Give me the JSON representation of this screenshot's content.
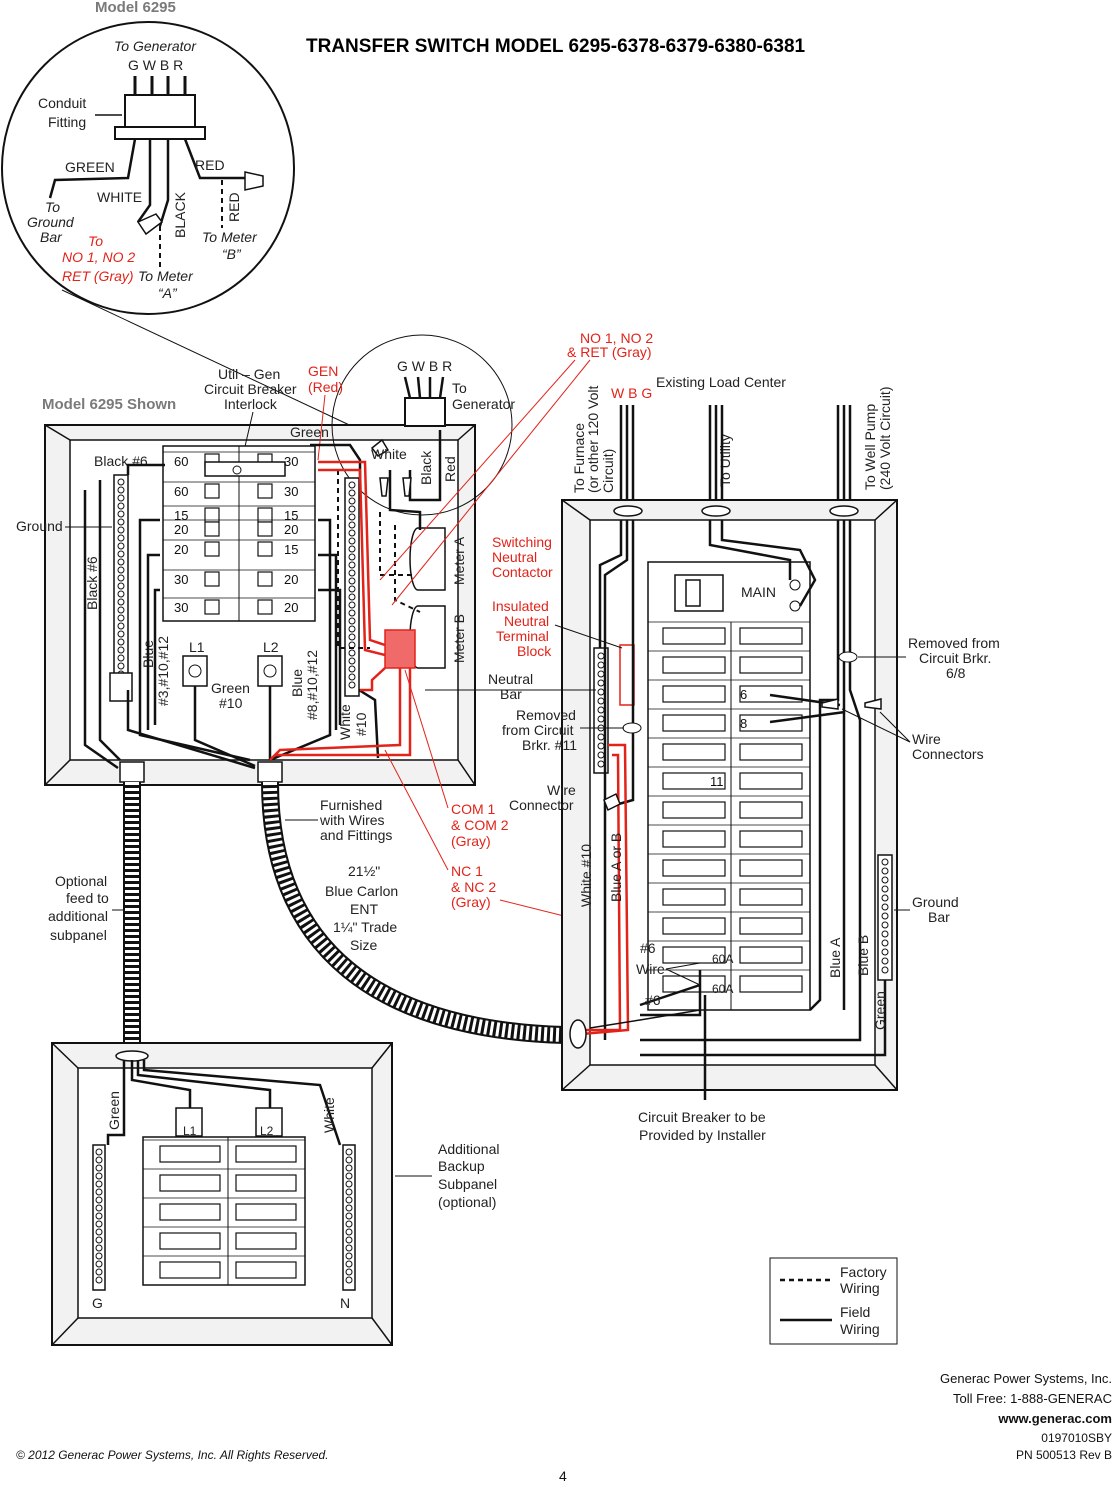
{
  "title": "TRANSFER SWITCH MODEL 6295-6378-6379-6380-6381",
  "inset": {
    "model_label": "Model 6295",
    "to_generator": "To Generator",
    "gwbr": "G W B R",
    "conduit": "Conduit",
    "fitting": "Fitting",
    "green": "GREEN",
    "white": "WHITE",
    "black": "BLACK",
    "red": "RED",
    "red_vert": "RED",
    "to_ground_bar_1": "To",
    "to_ground_bar_2": "Ground",
    "to_ground_bar_3": "Bar",
    "to_red": "To",
    "no1no2": "NO 1, NO 2",
    "ret_gray": "RET (Gray)",
    "to_meter_a_1": "To Meter",
    "to_meter_a_2": "“A”",
    "to_meter_b_1": "To Meter",
    "to_meter_b_2": "“B”"
  },
  "switch_panel": {
    "model_shown": "Model 6295 Shown",
    "util_gen_1": "Util – Gen",
    "util_gen_2": "Circuit Breaker",
    "util_gen_3": "Interlock",
    "gen_1": "GEN",
    "gen_2": "(Red)",
    "gwbr": "G W B R",
    "to_gen_1": "To",
    "to_gen_2": "Generator",
    "green": "Green",
    "white": "White",
    "black": "Black",
    "red": "Red",
    "black6": "Black #6",
    "black6_vert": "Black #6",
    "ground": "Ground",
    "blue_left": "Blue",
    "blue_left_2": "#3,#10,#12",
    "blue_right": "Blue",
    "blue_right_2": "#8,#10,#12",
    "white10": "White",
    "white10_2": "#10",
    "l1": "L1",
    "l2": "L2",
    "green10_1": "Green",
    "green10_2": "#10",
    "meter_a": "Meter A",
    "meter_b": "Meter B",
    "breakers_left": [
      "60",
      "60",
      "15",
      "20",
      "20",
      "30",
      "30"
    ],
    "breakers_right": [
      "30",
      "30",
      "15",
      "20",
      "15",
      "20",
      "20"
    ]
  },
  "load_center": {
    "no1no2_1": "NO 1, NO 2",
    "no1no2_2": "& RET (Gray)",
    "wbg": "W B G",
    "existing": "Existing Load Center",
    "furnace_1": "To Furnace",
    "furnace_2": "(or other 120 Volt",
    "furnace_3": "Circuit)",
    "utility": "To Utility",
    "well_1": "To Well Pump",
    "well_2": "(240 Volt Circuit)",
    "switching_1": "Switching",
    "switching_2": "Neutral",
    "switching_3": "Contactor",
    "insulated_1": "Insulated",
    "insulated_2": "Neutral",
    "insulated_3": "Terminal",
    "insulated_4": "Block",
    "neutral_1": "Neutral",
    "neutral_2": "Bar",
    "removed11_1": "Removed",
    "removed11_2": "from Circuit",
    "removed11_3": "Brkr. #11",
    "wire_conn_1": "Wire",
    "wire_conn_2": "Connector",
    "main": "MAIN",
    "removed68_1": "Removed from",
    "removed68_2": "Circuit Brkr.",
    "removed68_3": "6/8",
    "wire_conns_1": "Wire",
    "wire_conns_2": "Connectors",
    "ground_bar_1": "Ground",
    "ground_bar_2": "Bar",
    "white10": "White #10",
    "blue_ab": "Blue A or B",
    "blue_a": "Blue A",
    "blue_b": "Blue B",
    "green": "Green",
    "wire6_1": "#6",
    "wire6_2": "Wire",
    "wire6_3": "#6",
    "b6": "6",
    "b8": "8",
    "b11": "11",
    "b60a_1": "60A",
    "b60a_2": "60A",
    "breaker_note_1": "Circuit Breaker to be",
    "breaker_note_2": "Provided by Installer"
  },
  "middle": {
    "com_1": "COM 1",
    "com_2": "& COM 2",
    "com_3": "(Gray)",
    "nc_1": "NC 1",
    "nc_2": "& NC 2",
    "nc_3": "(Gray)",
    "furnished_1": "Furnished",
    "furnished_2": "with Wires",
    "furnished_3": "and Fittings",
    "carlon_1": "21½\"",
    "carlon_2": "Blue Carlon",
    "carlon_3": "ENT",
    "carlon_4": "1¼\" Trade",
    "carlon_5": "Size",
    "optional_1": "Optional",
    "optional_2": "feed to",
    "optional_3": "additional",
    "optional_4": "subpanel"
  },
  "subpanel": {
    "green": "Green",
    "white": "White",
    "l1": "L1",
    "l2": "L2",
    "g": "G",
    "n": "N",
    "add_1": "Additional",
    "add_2": "Backup",
    "add_3": "Subpanel",
    "add_4": "(optional)"
  },
  "legend": {
    "factory_1": "Factory",
    "factory_2": "Wiring",
    "field_1": "Field",
    "field_2": "Wiring"
  },
  "footer": {
    "company": "Generac Power Systems, Inc.",
    "tollfree": "Toll Free: 1-888-GENERAC",
    "url": "www.generac.com",
    "code": "0197010SBY",
    "pn": "PN 500513 Rev B",
    "copyright": "© 2012 Generac Power Systems, Inc.   All Rights Reserved.",
    "page": "4"
  },
  "colors": {
    "red_wire": "#e2231a",
    "ink": "#111111",
    "panel": "#f2f2f2"
  }
}
